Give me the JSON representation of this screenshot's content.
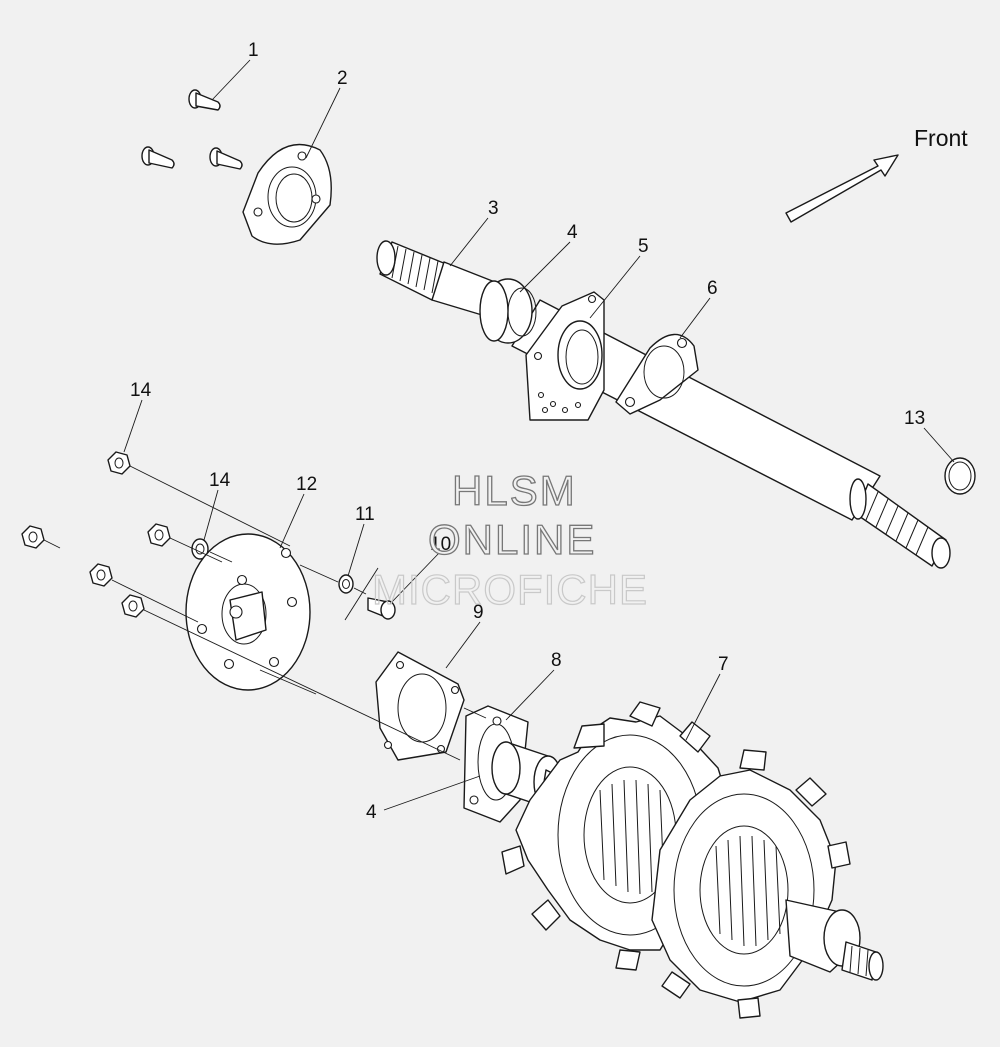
{
  "diagram": {
    "direction_label": "Front",
    "watermark": {
      "line1": "HLSM",
      "line2": "ONLINE",
      "line3": "MICROFICHE"
    },
    "callouts": [
      "1",
      "2",
      "3",
      "4",
      "5",
      "6",
      "7",
      "8",
      "9",
      "10",
      "11",
      "12",
      "13",
      "14",
      "14",
      "4"
    ]
  },
  "colors": {
    "background": "#f1f1f1",
    "line": "#1a1a1a",
    "fill": "#ffffff"
  }
}
